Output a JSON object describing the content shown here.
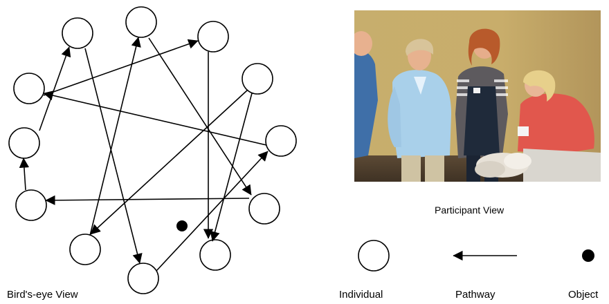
{
  "labels": {
    "birds_eye_view": "Bird's-eye View",
    "participant_view": "Participant View"
  },
  "legend": {
    "individual": "Individual",
    "pathway": "Pathway",
    "object": "Object"
  },
  "colors": {
    "ink": "#000000",
    "node_fill": "#ffffff",
    "photo_wall": "#c8ad6b"
  }
}
